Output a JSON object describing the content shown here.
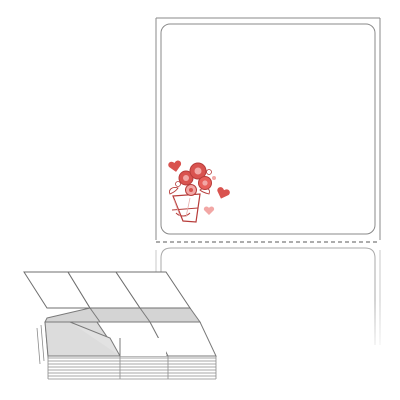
{
  "product": {
    "type": "fanfold-label-stack",
    "label_shape": "rectangle",
    "perforation": "dashed-line"
  },
  "artwork": {
    "icon": "flower-bouquet-icon",
    "accent_colors": [
      "#d9534f",
      "#f2a7a5",
      "#b73c3a"
    ]
  },
  "colors": {
    "outline": "#7a7a7a",
    "outline_light": "#b9b9b9",
    "stack_fill": "#d8d8d8",
    "paper": "#ffffff"
  }
}
